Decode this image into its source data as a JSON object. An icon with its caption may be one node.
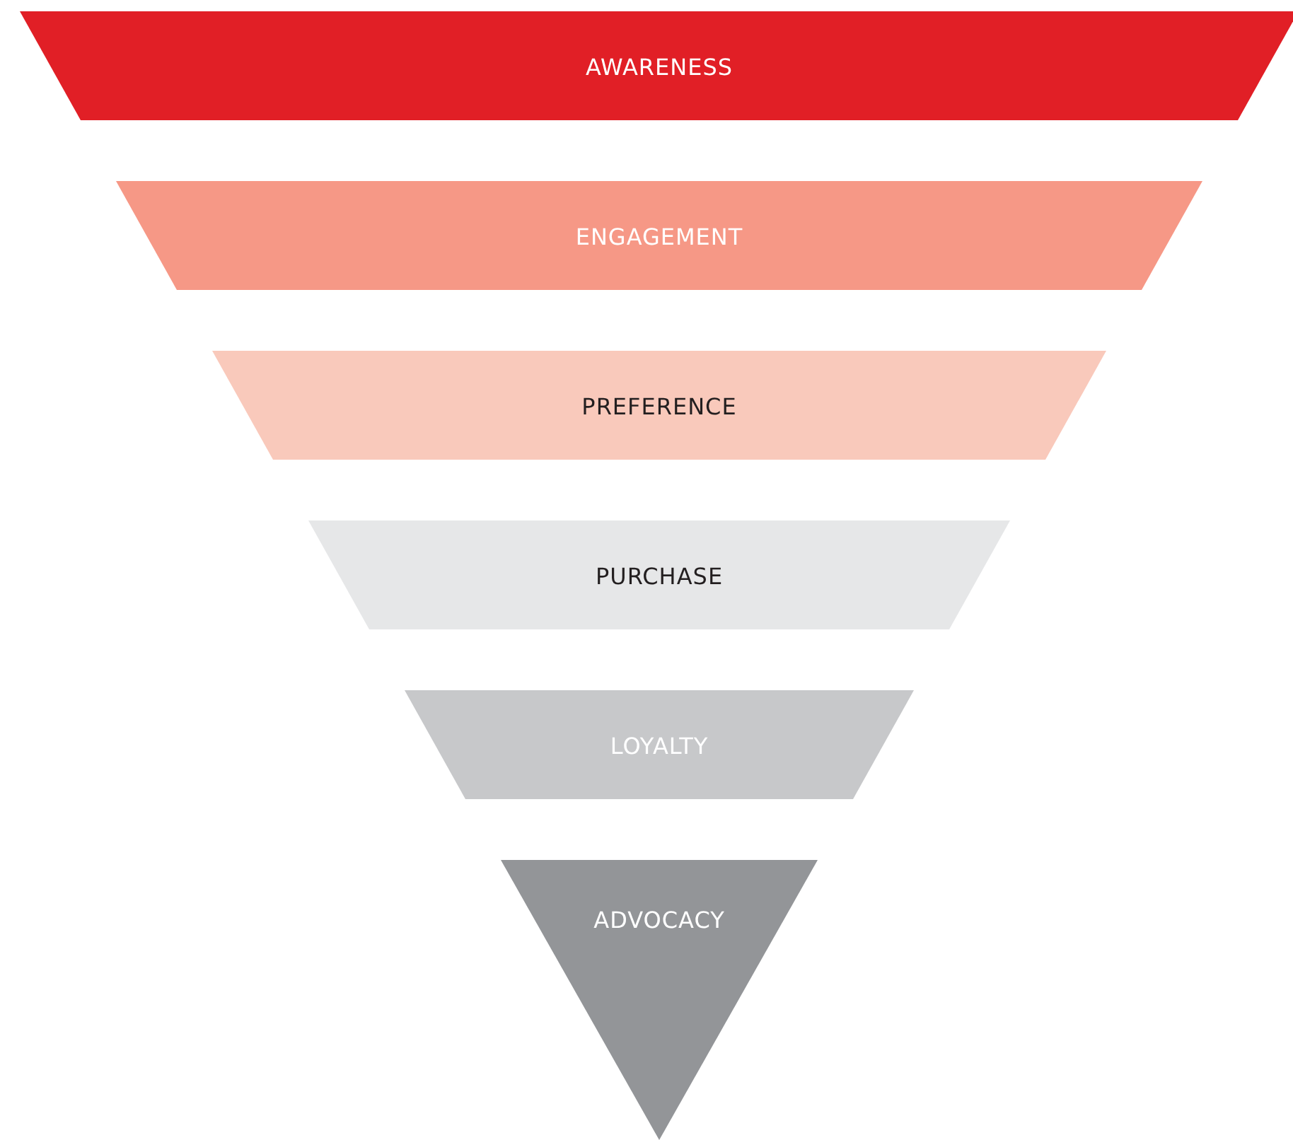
{
  "diagram": {
    "nodes": [
      {
        "text": [
          "AWARENESS"
        ]
      },
      {
        "text": [
          "ENGAGEMENT"
        ]
      },
      {
        "text": [
          "PREFERENCE"
        ]
      },
      {
        "text": [
          "PURCHASE"
        ]
      },
      {
        "text": [
          "LOYALTY"
        ]
      },
      {
        "text": [
          "ADVOCACY"
        ]
      }
    ]
  }
}
